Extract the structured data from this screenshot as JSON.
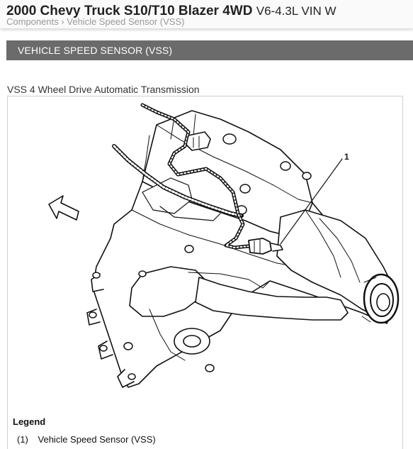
{
  "header": {
    "title_bold": "2000 Chevy Truck S10/T10 Blazer 4WD",
    "title_sub": "V6-4.3L VIN W",
    "breadcrumb": "Components › Vehicle Speed Sensor (VSS)"
  },
  "section": {
    "title": "VEHICLE SPEED SENSOR (VSS)"
  },
  "figure": {
    "caption": "VSS 4 Wheel Drive Automatic Transmission",
    "callout": "1",
    "legend_title": "Legend",
    "legend": [
      {
        "num": "(1)",
        "label": "Vehicle Speed Sensor (VSS)"
      }
    ]
  }
}
